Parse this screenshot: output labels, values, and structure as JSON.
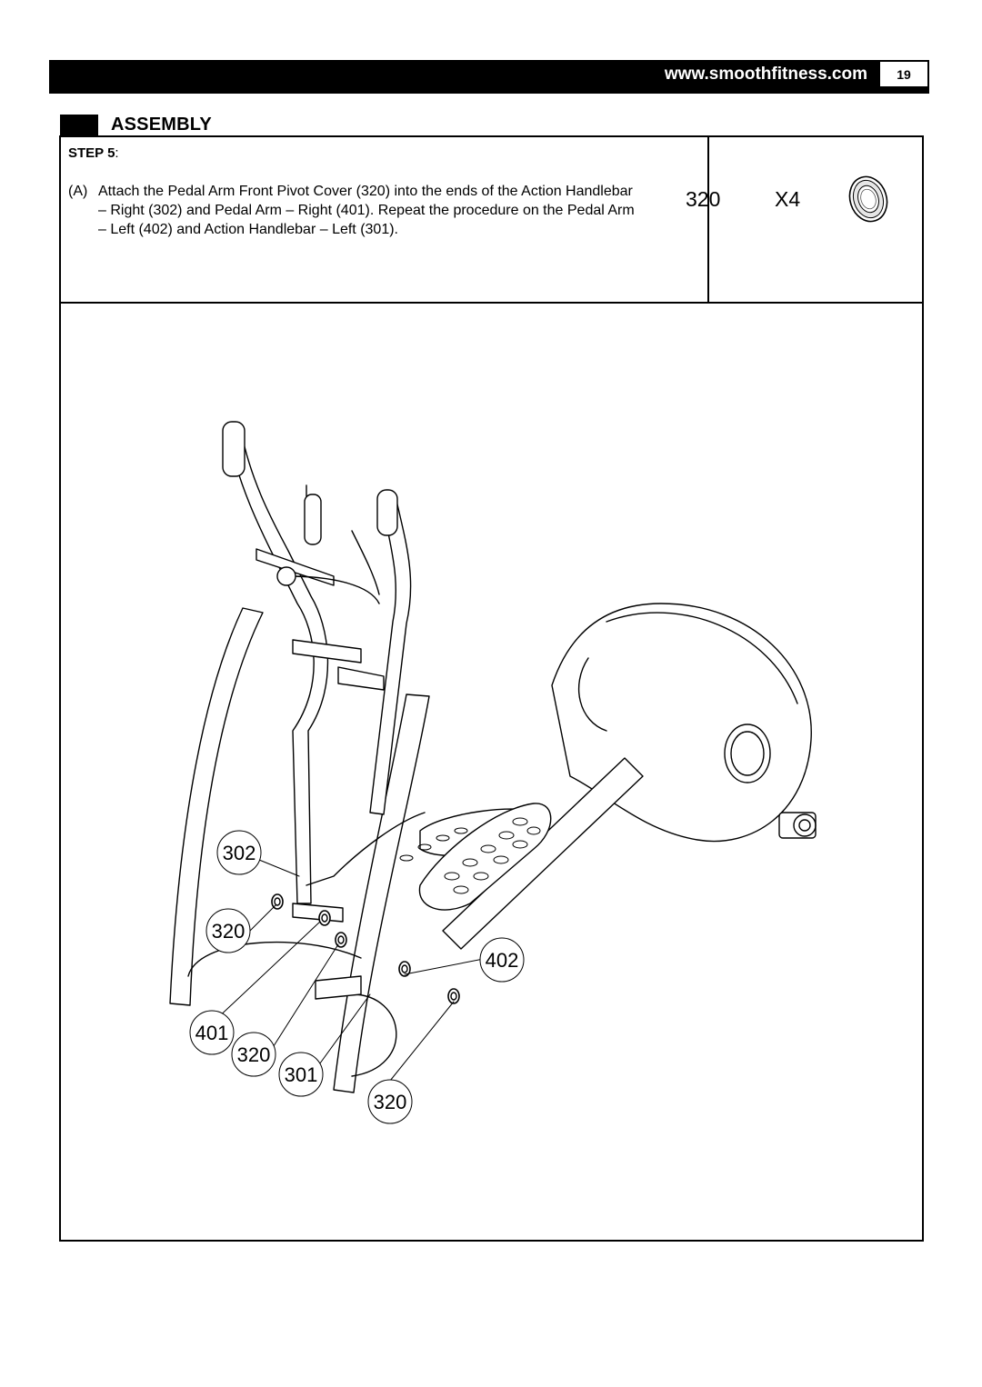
{
  "header": {
    "url": "www.smoothfitness.com",
    "page_number": "19"
  },
  "section": {
    "title": "ASSEMBLY"
  },
  "step": {
    "label": "STEP 5",
    "suffix": ":",
    "instruction_marker": "(A)",
    "instruction_text": "Attach the Pedal Arm Front Pivot Cover (320) into the ends of the Action Handlebar – Right (302) and Pedal Arm – Right (401).  Repeat the procedure on the Pedal Arm – Left (402) and Action Handlebar – Left (301)."
  },
  "parts": {
    "number": "320",
    "quantity": "X4",
    "icon": "pivot-cover-icon"
  },
  "callouts": {
    "c302": "302",
    "c320a": "320",
    "c402": "402",
    "c401": "401",
    "c320b": "320",
    "c301": "301",
    "c320c": "320"
  }
}
